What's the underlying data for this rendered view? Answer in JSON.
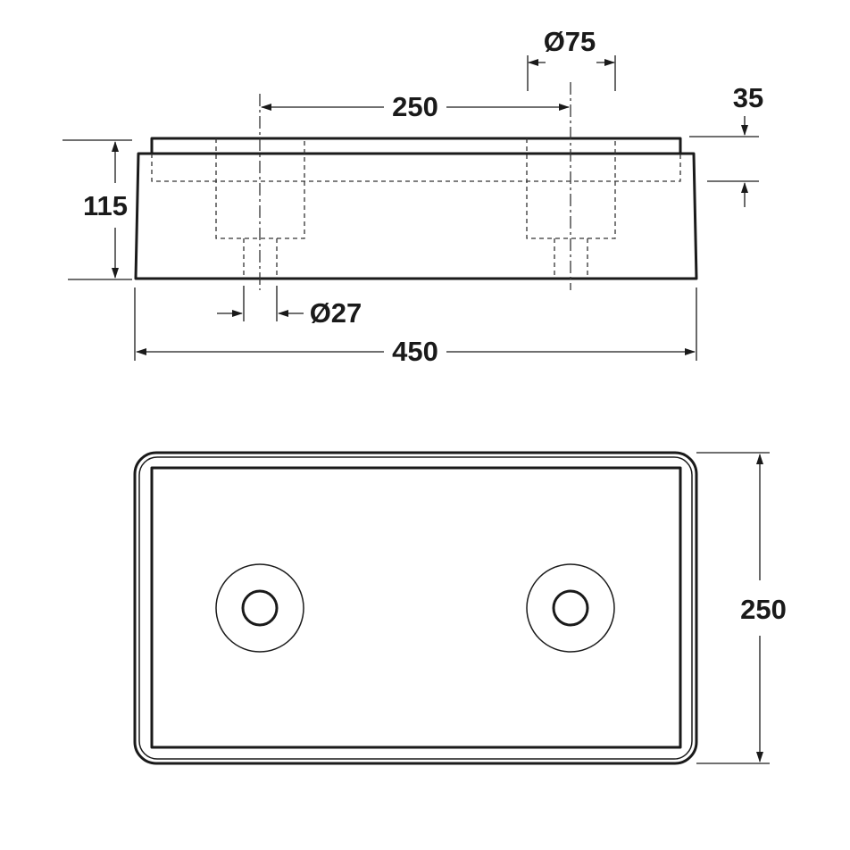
{
  "dimensions": {
    "hole_dia": "Ø75",
    "bolt_dia": "Ø27",
    "hole_spacing": "250",
    "flange": "35",
    "height": "115",
    "length": "450",
    "width": "250"
  }
}
